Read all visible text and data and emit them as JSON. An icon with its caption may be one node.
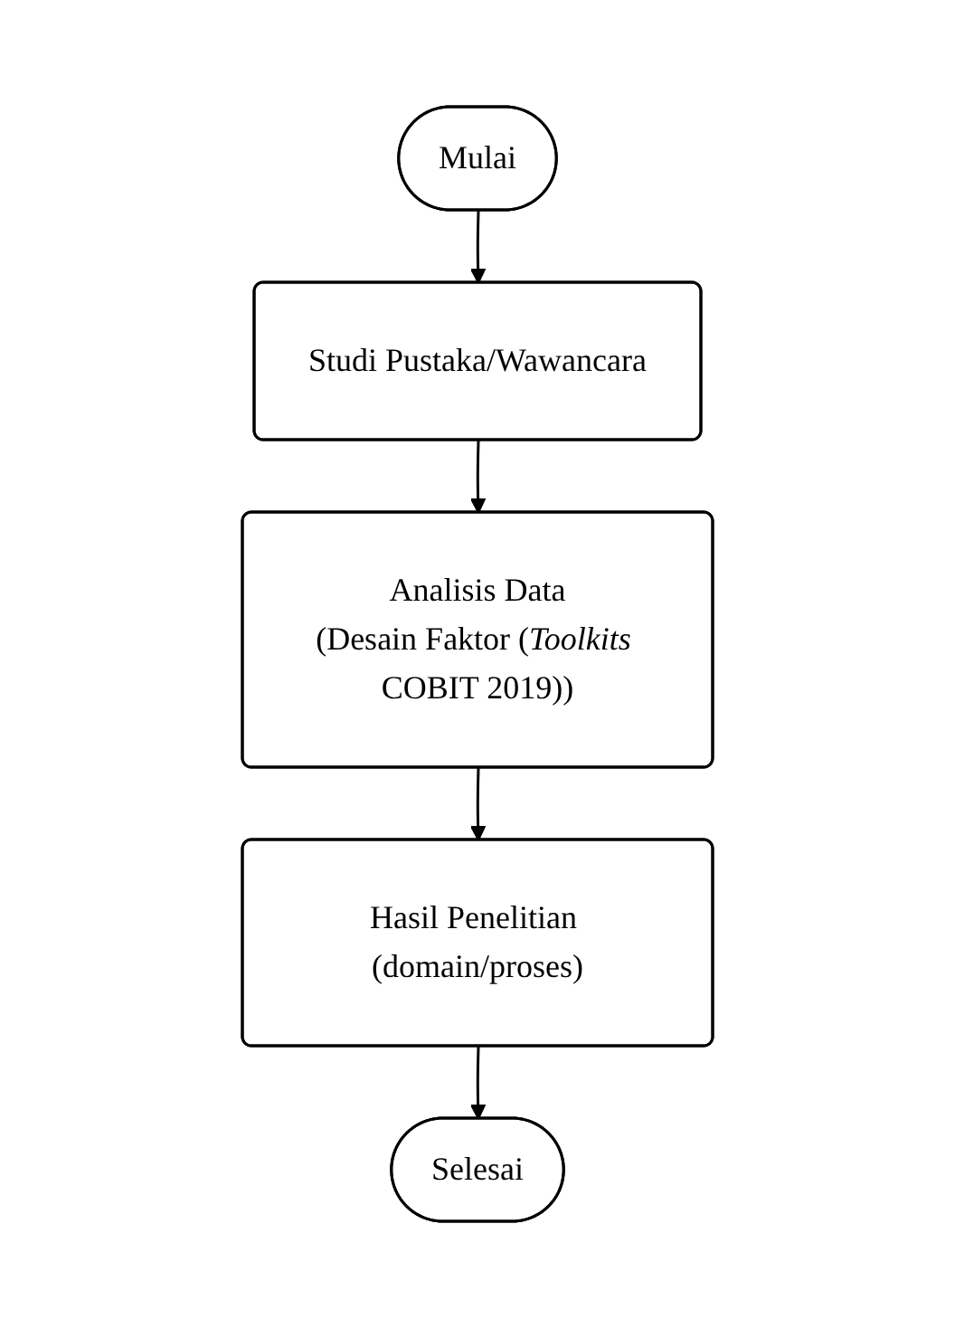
{
  "diagram": {
    "nodes": [
      {
        "text": [
          "Mulai"
        ]
      },
      {
        "text": [
          "Studi Pustaka/Wawancara"
        ]
      },
      {
        "text": [
          "Analisis Data",
          "(Desain Faktor (*Toolkits* COBIT 2019))"
        ]
      },
      {
        "text": [
          "Hasil Penelitian (domain/proses)"
        ]
      },
      {
        "text": [
          "Selesai"
        ]
      }
    ],
    "edges": [
      {
        "from": 0,
        "to": 1,
        "arrow": "to"
      },
      {
        "from": 1,
        "to": 2,
        "arrow": "to"
      },
      {
        "from": 2,
        "to": 3,
        "arrow": "to"
      },
      {
        "from": 3,
        "to": 4,
        "arrow": "to"
      }
    ]
  }
}
